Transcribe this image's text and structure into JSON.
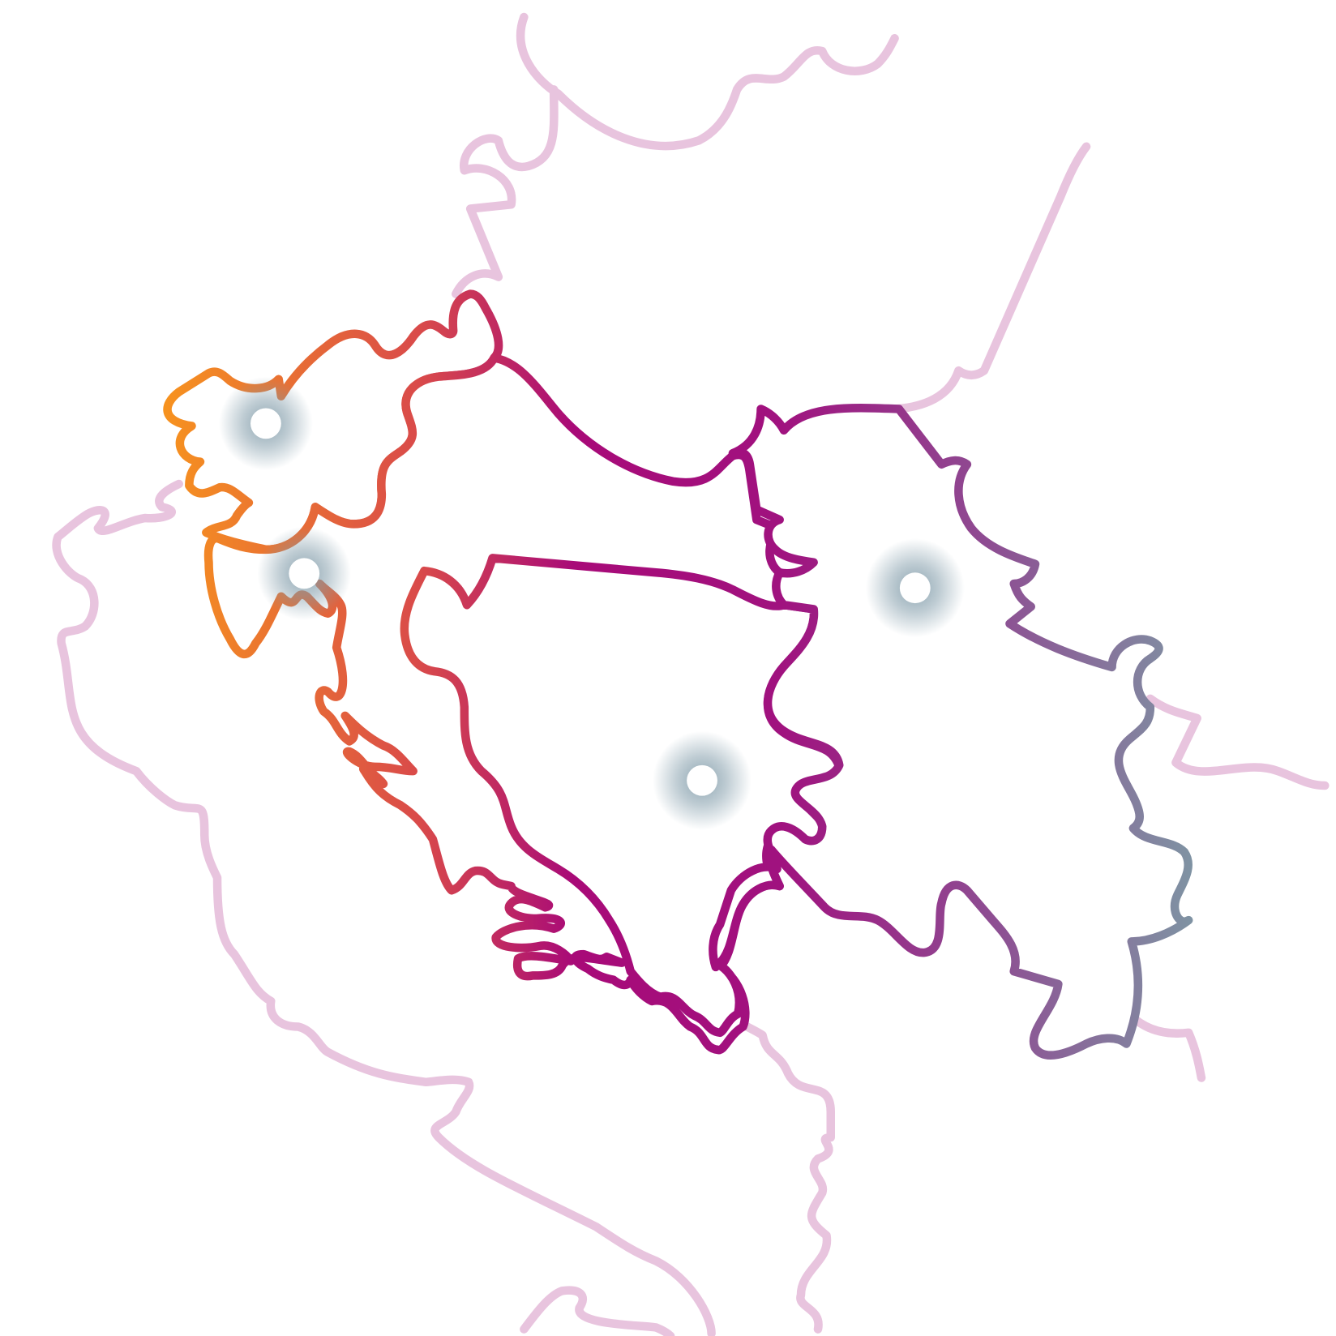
{
  "map": {
    "colors": {
      "background": "#ffffff",
      "neighbor_border": "#e8c4de",
      "gradient": [
        "#f7931e",
        "#d94a4a",
        "#a80a78",
        "#a0127f",
        "#8e4c92",
        "#7f93a3"
      ],
      "marker_glow": "#7f9aa8",
      "marker_dot": "#ffffff"
    },
    "regions": [
      "region-1",
      "region-2",
      "region-3",
      "region-4"
    ],
    "markers": [
      {
        "id": "marker-1",
        "region": "region-1"
      },
      {
        "id": "marker-2",
        "region": "region-2"
      },
      {
        "id": "marker-3",
        "region": "region-4"
      },
      {
        "id": "marker-4",
        "region": "region-3"
      }
    ]
  }
}
